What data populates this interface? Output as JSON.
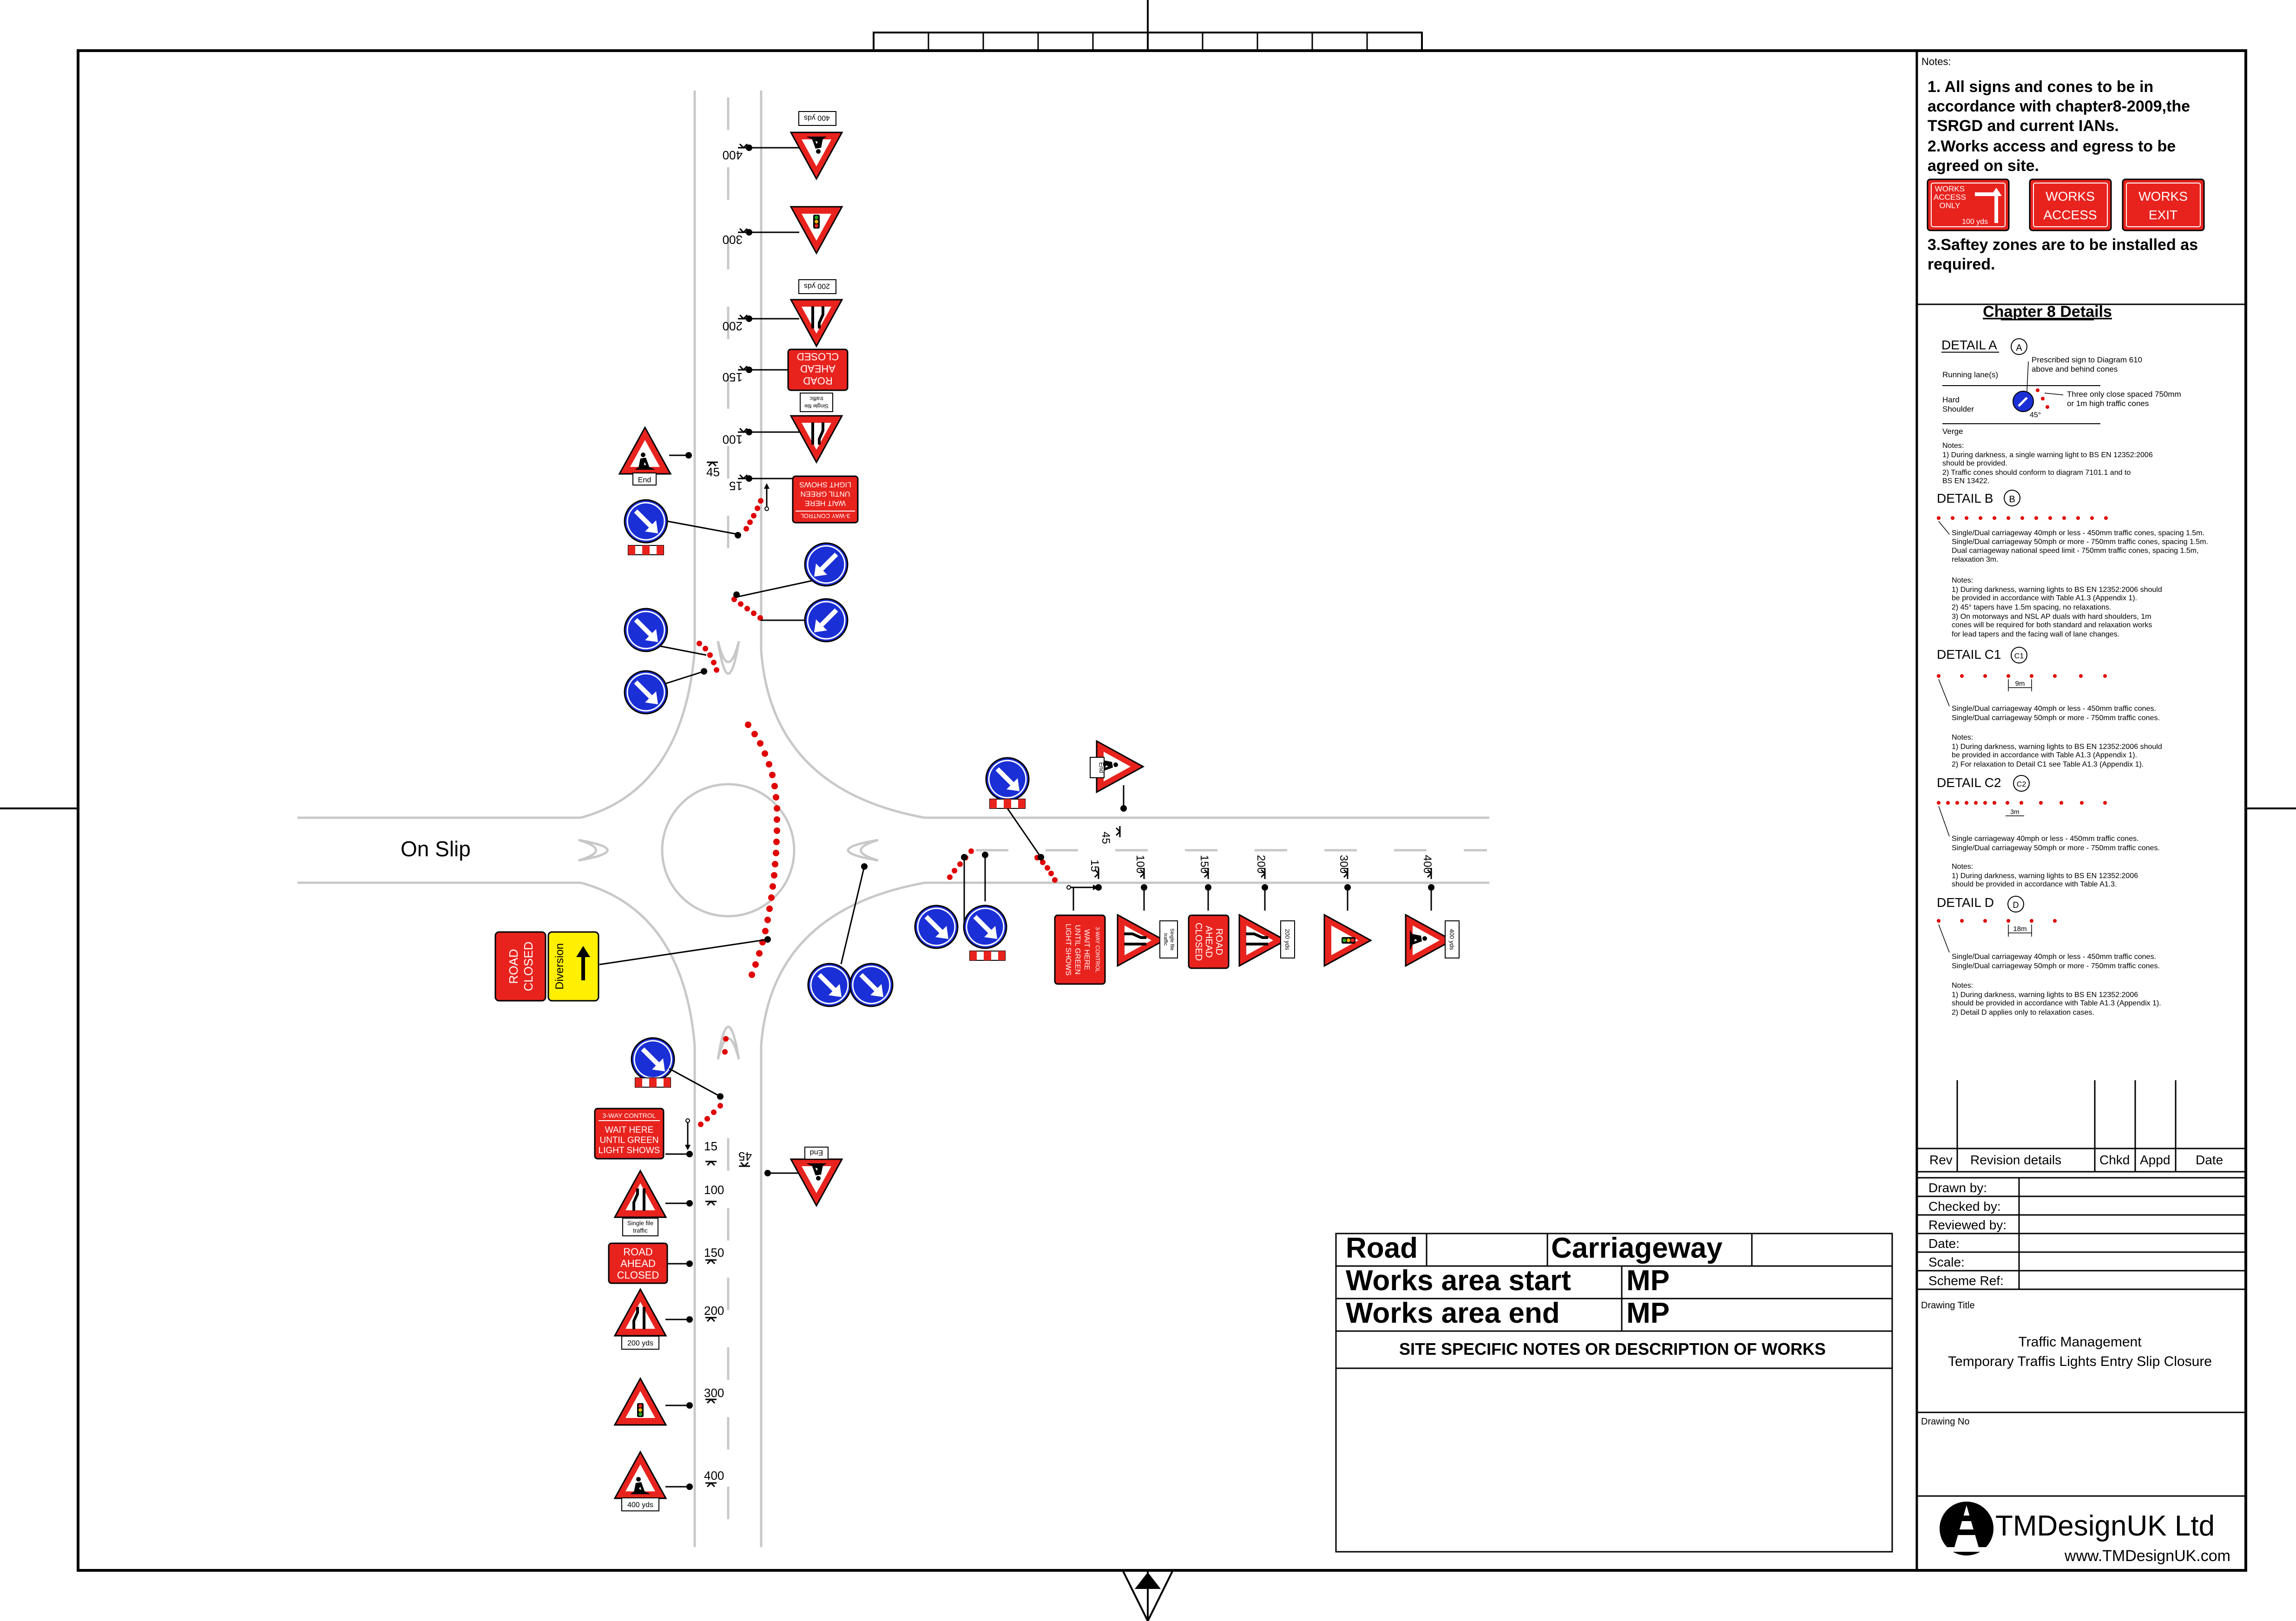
{
  "diagram": {
    "on_slip_label": "On Slip",
    "distances_main": [
      "400",
      "300",
      "200",
      "150",
      "100",
      "15",
      "45"
    ],
    "distances_south": [
      "15",
      "100",
      "150",
      "200",
      "300",
      "400",
      "45"
    ],
    "distances_east": [
      "15",
      "100",
      "150",
      "200",
      "300",
      "400",
      "45"
    ],
    "signs": {
      "road_ahead_closed": [
        "ROAD",
        "AHEAD",
        "CLOSED"
      ],
      "road_closed": [
        "ROAD",
        "CLOSED"
      ],
      "diversion": "Diversion",
      "three_way_control": "3-WAY CONTROL",
      "wait_here": [
        "WAIT HERE",
        "UNTIL GREEN",
        "LIGHT SHOWS"
      ],
      "end_plate": "End",
      "single_file_plate": [
        "Single file",
        "traffic"
      ],
      "yds_200": "200 yds",
      "yds_400": "400 yds"
    }
  },
  "notes": {
    "heading": "Notes:",
    "note1": [
      "1. All signs and cones to be in",
      "accordance with chapter8-2009,the",
      "TSRGD and current IANs."
    ],
    "note2": [
      "2.Works access and egress to be",
      "agreed on site."
    ],
    "note3": [
      "3.Saftey zones are to be installed as",
      "required."
    ],
    "works_access_only": [
      "WORKS",
      "ACCESS",
      "ONLY",
      "100 yds"
    ],
    "works_access": [
      "WORKS",
      "ACCESS"
    ],
    "works_exit": [
      "WORKS",
      "EXIT"
    ]
  },
  "chapter8": {
    "title": "Chapter 8 Details",
    "detail_a": {
      "label": "DETAIL A",
      "letter": "A",
      "callout1": [
        "Prescribed sign to Diagram 610",
        "above and behind cones"
      ],
      "running_lane": "Running lane(s)",
      "hard_shoulder": [
        "Hard",
        "Shoulder"
      ],
      "callout2": [
        "Three only close spaced 750mm",
        "or 1m high traffic cones"
      ],
      "angle": "45°",
      "verge": "Verge",
      "notes": [
        "Notes:",
        "1) During darkness, a single warning light to BS EN 12352:2006",
        "should be provided.",
        "2) Traffic cones should conform to diagram 7101.1 and to",
        "BS EN 13422."
      ]
    },
    "detail_b": {
      "label": "DETAIL B",
      "letter": "B",
      "text": [
        "Single/Dual carriageway 40mph or less - 450mm traffic cones, spacing 1.5m.",
        "Single/Dual carriageway 50mph or more - 750mm traffic cones, spacing 1.5m.",
        "Dual carriageway national speed limit - 750mm traffic cones, spacing 1.5m,",
        "relaxation 3m."
      ],
      "notes": [
        "Notes:",
        "1) During darkness, warning lights to BS EN 12352:2006 should",
        "be provided in accordance with Table A1.3 (Appendix 1).",
        "2) 45° tapers have 1.5m spacing, no relaxations.",
        "3) On motorways and NSL AP duals with hard shoulders, 1m",
        "cones will be required for both standard and relaxation works",
        "for lead tapers and the facing wall of lane changes."
      ]
    },
    "detail_c1": {
      "label": "DETAIL C1",
      "letter": "C1",
      "spacing": "9m",
      "text": [
        "Single/Dual carriageway 40mph or less - 450mm traffic cones.",
        "Single/Dual carriageway 50mph or more - 750mm traffic cones."
      ],
      "notes": [
        "Notes:",
        "1) During darkness, warning lights to BS EN 12352:2006 should",
        "be provided in accordance with Table A1.3 (Appendix 1).",
        "2) For relaxation to Detail C1 see Table A1.3 (Appendix 1)."
      ]
    },
    "detail_c2": {
      "label": "DETAIL C2",
      "letter": "C2",
      "spacing": "3m",
      "text": [
        "Single carriageway 40mph or less - 450mm traffic cones.",
        "Single/Dual carriageway 50mph or more - 750mm traffic cones."
      ],
      "notes": [
        "Notes:",
        "1) During darkness, warning lights to BS EN 12352:2006",
        "should be provided in accordance with Table A1.3."
      ]
    },
    "detail_d": {
      "label": "DETAIL D",
      "letter": "D",
      "spacing": "18m",
      "text": [
        "Single/Dual carriageway 40mph or less - 450mm traffic cones.",
        "Single/Dual carriageway 50mph or more - 750mm traffic cones."
      ],
      "notes": [
        "Notes:",
        "1) During darkness, warning lights to BS EN 12352:2006",
        "should be provided in accordance with Table A1.3 (Appendix 1).",
        "2) Detail D applies only to relaxation cases."
      ]
    }
  },
  "revision_table": {
    "headers": [
      "Rev",
      "Revision details",
      "Chkd",
      "Appd",
      "Date"
    ]
  },
  "approval_table": {
    "rows": [
      "Drawn by:",
      "Checked by:",
      "Reviewed by:",
      "Date:",
      "Scale:",
      "Scheme Ref:"
    ]
  },
  "drawing_title": {
    "label": "Drawing Title",
    "line1": "Traffic Management",
    "line2": "Temporary Traffis Lights Entry Slip Closure"
  },
  "drawing_no": {
    "label": "Drawing No"
  },
  "logo": {
    "name": "TMDesignUK Ltd",
    "url": "www.TMDesignUK.com"
  },
  "site_box": {
    "road": "Road",
    "carriageway": "Carriageway",
    "works_start": "Works area start",
    "works_end": "Works area end",
    "mp": "MP",
    "notes_title": "SITE SPECIFIC NOTES OR DESCRIPTION OF WORKS"
  },
  "colors": {
    "sign_red": "#e8231e",
    "sign_blue": "#1b2fd6",
    "diversion_yellow": "#ffef00",
    "road_line": "#c8c8c8",
    "cone": "#e00000"
  }
}
